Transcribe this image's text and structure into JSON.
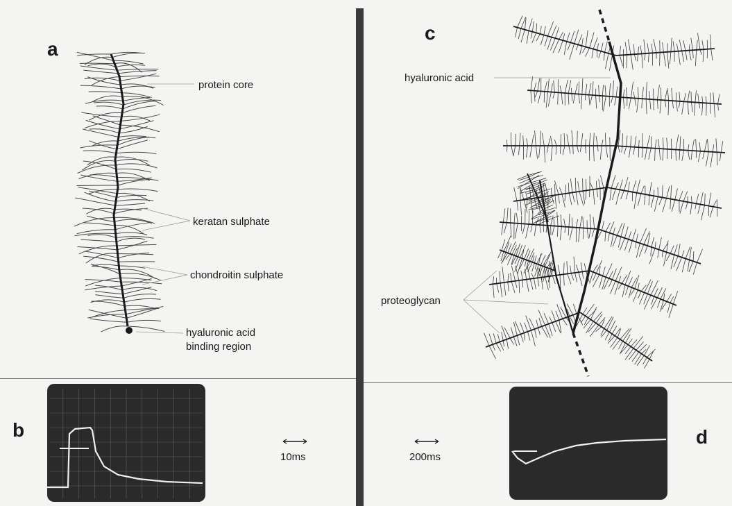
{
  "panels": {
    "a": {
      "letter": "a",
      "labels": {
        "protein_core": "protein core",
        "keratan": "keratan sulphate",
        "chondroitin": "chondroitin sulphate",
        "binding_1": "hyaluronic acid",
        "binding_2": "binding region"
      }
    },
    "b": {
      "letter": "b",
      "scale": "10ms"
    },
    "c": {
      "letter": "c",
      "labels": {
        "hyaluronic": "hyaluronic acid",
        "proteoglycan": "proteoglycan"
      }
    },
    "d": {
      "letter": "d",
      "scale": "200ms"
    }
  },
  "colors": {
    "ink": "#1a1a1a",
    "paper": "#f4f4f2",
    "scope": "#2a2a2a",
    "trace": "#f0f0f0"
  }
}
